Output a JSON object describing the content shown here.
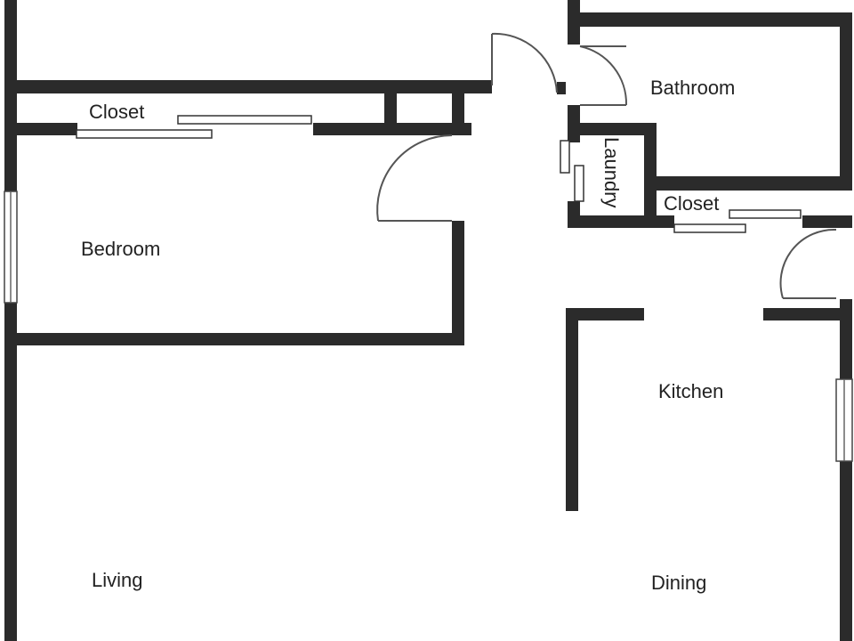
{
  "floor_plan": {
    "rooms": {
      "closet_bedroom": "Closet",
      "bathroom": "Bathroom",
      "laundry": "Laundry",
      "closet_hall": "Closet",
      "bedroom": "Bedroom",
      "kitchen": "Kitchen",
      "living": "Living",
      "dining": "Dining"
    },
    "colors": {
      "wall": "#2b2b2b",
      "background": "#ffffff",
      "label": "#222222"
    }
  }
}
